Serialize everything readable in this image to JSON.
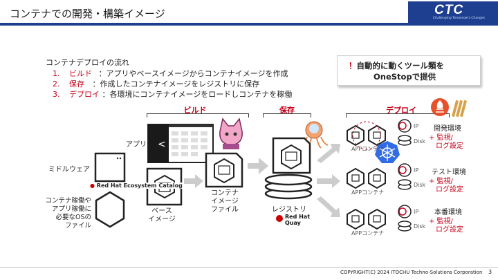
{
  "header": {
    "title": "コンテナでの開発・構築イメージ",
    "logo": "CTC",
    "logo_tagline": "Challenging Tomorrow's Changes"
  },
  "intro": {
    "heading": "コンテナデプロイの流れ",
    "steps": [
      {
        "num": "1.",
        "name": "ビルド",
        "text": "：アプリやベースイメージからコンテナイメージを作成"
      },
      {
        "num": "2.",
        "name": "保存",
        "text": "：作成したコンテナイメージをレジストリに保存"
      },
      {
        "num": "3.",
        "name": "デプロイ",
        "text": "：各環境にコンテナイメージをロードしコンテナを稼働"
      }
    ]
  },
  "callout": {
    "mark": "！",
    "line1": "自動的に動くツール類を",
    "line2": "OneStopで提供"
  },
  "sections": {
    "build": "ビルド",
    "store": "保存",
    "deploy": "デプロイ"
  },
  "build": {
    "app_label": "アプリ",
    "middleware_label": "ミドルウェア",
    "os_label_lines": [
      "コンテナ稼働や",
      "アプリ稼働に",
      "必要なOSの",
      "ファイル"
    ],
    "catalog_label": "Red Hat Ecosystem Catalog",
    "base_image_lines": [
      "ベース",
      "イメージ"
    ],
    "container_image_lines": [
      "コンテナ",
      "イメージ",
      "ファイル"
    ],
    "code_glyph": "</>"
  },
  "store": {
    "registry_label": "レジストリ",
    "brand_line1": "Red Hat",
    "brand_line2": "Quay"
  },
  "deploy": {
    "app_container_label": "APPコンテナ",
    "ip_label": "IP",
    "disk_label": "Disk",
    "environments": [
      {
        "name": "開発環境",
        "items": [
          "+ 監視/",
          "ログ設定"
        ]
      },
      {
        "name": "テスト環境",
        "items": [
          "+ 監視/",
          "ログ設定"
        ]
      },
      {
        "name": "本番環境",
        "items": [
          "+ 監視/",
          "ログ設定"
        ]
      }
    ]
  },
  "footer": {
    "copyright": "COPYRIGHT(C) 2024 ITOCHU Techno-Solutions Corporation",
    "page": "3"
  },
  "colors": {
    "brand_blue": "#1e3f8f",
    "accent_red": "#c4001a",
    "arrow_gray": "#cccccc"
  }
}
